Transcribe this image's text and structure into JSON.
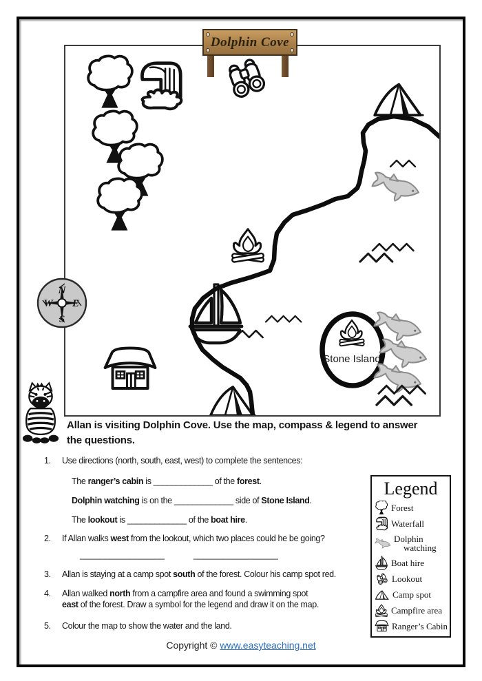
{
  "sign": {
    "title": "Dolphin Cove"
  },
  "map": {
    "island_label": "Stone Island",
    "compass": {
      "n": "N",
      "e": "E",
      "s": "S",
      "w": "W"
    }
  },
  "intro": {
    "lines": [
      "Allan is visiting Dolphin Cove. Use the map, compass & legend to answer",
      "the questions."
    ]
  },
  "questions": {
    "q1": {
      "num": "1.",
      "text": [
        {
          "t": "Use directions (north, south, east, west) to complete the sentences:"
        }
      ],
      "lines": [
        [
          {
            "t": "The "
          },
          {
            "t": "ranger’s cabin",
            "b": true
          },
          {
            "t": " is "
          },
          {
            "t": "_____________"
          },
          {
            "t": " of the "
          },
          {
            "t": "forest",
            "b": true
          },
          {
            "t": "."
          }
        ],
        [
          {
            "t": "Dolphin watching",
            "b": true
          },
          {
            "t": " is on the "
          },
          {
            "t": "_____________"
          },
          {
            "t": " side of "
          },
          {
            "t": "Stone Island",
            "b": true
          },
          {
            "t": "."
          }
        ],
        [
          {
            "t": "The "
          },
          {
            "t": "lookout",
            "b": true
          },
          {
            "t": " is "
          },
          {
            "t": "_____________"
          },
          {
            "t": " of the "
          },
          {
            "t": "boat hire",
            "b": true
          },
          {
            "t": "."
          }
        ]
      ]
    },
    "q2": {
      "num": "2.",
      "text": [
        {
          "t": "If Allan walks "
        },
        {
          "t": "west",
          "b": true
        },
        {
          "t": " from the lookout, which two places could he be going?"
        }
      ],
      "blank1": "_________________",
      "blank2": "_________________"
    },
    "q3": {
      "num": "3.",
      "text": [
        {
          "t": "Allan is staying at a camp spot "
        },
        {
          "t": "south",
          "b": true
        },
        {
          "t": " of the forest. Colour his camp spot red."
        }
      ]
    },
    "q4": {
      "num": "4.",
      "lines": [
        [
          {
            "t": "Allan walked "
          },
          {
            "t": "north",
            "b": true
          },
          {
            "t": " from a campfire area and found a swimming spot"
          }
        ],
        [
          {
            "t": "east",
            "b": true
          },
          {
            "t": " of the forest. Draw a symbol for the legend and draw it on the map."
          }
        ]
      ]
    },
    "q5": {
      "num": "5.",
      "text": [
        {
          "t": "Colour the map to show the water and the land."
        }
      ]
    }
  },
  "legend": {
    "title": "Legend",
    "items": [
      {
        "icon": "tree-icon",
        "label": "Forest"
      },
      {
        "icon": "waterfall-icon",
        "label": "Waterfall"
      },
      {
        "icon": "dolphin-icon",
        "label": "Dolphin watching"
      },
      {
        "icon": "boat-icon",
        "label": "Boat hire"
      },
      {
        "icon": "binoculars-icon",
        "label": "Lookout"
      },
      {
        "icon": "tent-icon",
        "label": "Camp spot"
      },
      {
        "icon": "campfire-icon",
        "label": "Campfire area"
      },
      {
        "icon": "cabin-icon",
        "label": "Ranger’s Cabin"
      }
    ]
  },
  "footer": {
    "prefix": "Copyright © ",
    "link": "www.easyteaching.net"
  }
}
